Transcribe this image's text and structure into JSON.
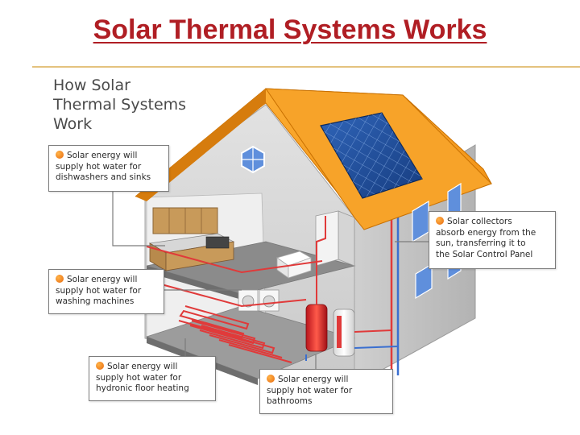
{
  "slide_title": "Solar Thermal Systems Works",
  "diagram": {
    "heading_lines": [
      "How Solar",
      "Thermal Systems",
      "Work"
    ],
    "callouts": {
      "dishwashers": {
        "first_line": "Solar energy will",
        "rest": "supply hot water for\ndishwashers and sinks"
      },
      "washing": {
        "first_line": "Solar energy will",
        "rest": "supply hot water for\nwashing machines"
      },
      "floor": {
        "first_line": "Solar energy will",
        "rest": "supply hot water for\nhydronic floor heating"
      },
      "bathrooms": {
        "first_line": "Solar energy will",
        "rest": "supply hot water for\nbathrooms"
      },
      "collectors": {
        "first_line": "Solar collectors",
        "rest": "absorb energy from the\nsun, transferring it to\nthe Solar Control Panel"
      }
    },
    "icon": "solar-bullet-icon",
    "colors": {
      "title": "#b01e24",
      "roof": "#f5a623",
      "pipe_hot": "#e03a3a",
      "pipe_cold": "#3a6fd0",
      "panel": "#1f4f9e"
    }
  }
}
